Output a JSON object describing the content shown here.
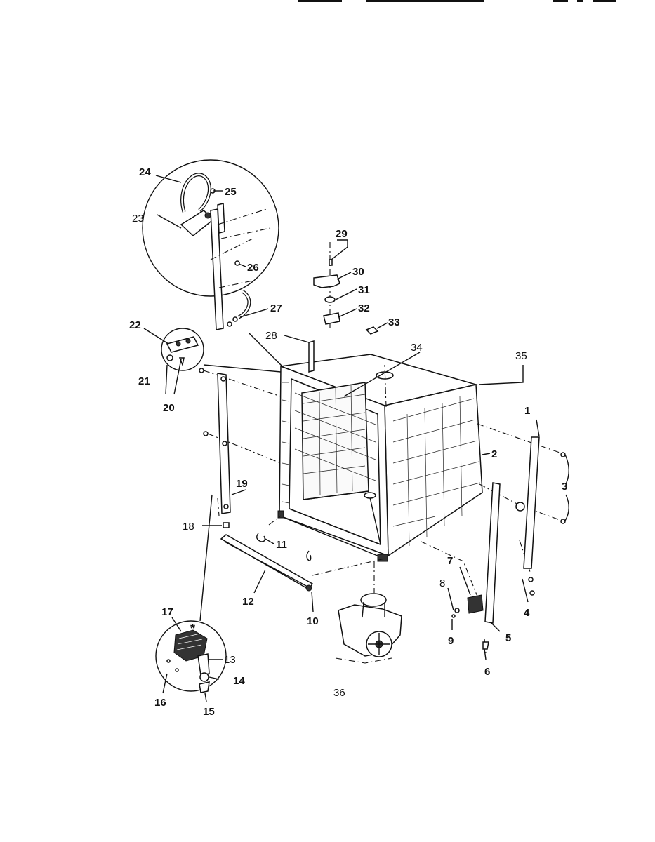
{
  "callouts": [
    {
      "label": "1",
      "bold": true
    },
    {
      "label": "2",
      "bold": true
    },
    {
      "label": "3",
      "bold": true
    },
    {
      "label": "4",
      "bold": true
    },
    {
      "label": "5",
      "bold": true
    },
    {
      "label": "6",
      "bold": true
    },
    {
      "label": "7",
      "bold": true
    },
    {
      "label": "8",
      "bold": false
    },
    {
      "label": "9",
      "bold": true
    },
    {
      "label": "10",
      "bold": true
    },
    {
      "label": "11",
      "bold": true
    },
    {
      "label": "12",
      "bold": true
    },
    {
      "label": "13",
      "bold": false
    },
    {
      "label": "14",
      "bold": true
    },
    {
      "label": "15",
      "bold": true
    },
    {
      "label": "16",
      "bold": true
    },
    {
      "label": "17",
      "bold": true
    },
    {
      "label": "18",
      "bold": false
    },
    {
      "label": "19",
      "bold": true
    },
    {
      "label": "20",
      "bold": true
    },
    {
      "label": "21",
      "bold": true
    },
    {
      "label": "22",
      "bold": true
    },
    {
      "label": "23",
      "bold": false
    },
    {
      "label": "24",
      "bold": true
    },
    {
      "label": "25",
      "bold": true
    },
    {
      "label": "26",
      "bold": true
    },
    {
      "label": "27",
      "bold": true
    },
    {
      "label": "28",
      "bold": false
    },
    {
      "label": "29",
      "bold": true
    },
    {
      "label": "30",
      "bold": true
    },
    {
      "label": "31",
      "bold": true
    },
    {
      "label": "32",
      "bold": true
    },
    {
      "label": "33",
      "bold": true
    },
    {
      "label": "34",
      "bold": false
    },
    {
      "label": "35",
      "bold": false
    },
    {
      "label": "36",
      "bold": false
    }
  ],
  "asterisk_mark": "*"
}
